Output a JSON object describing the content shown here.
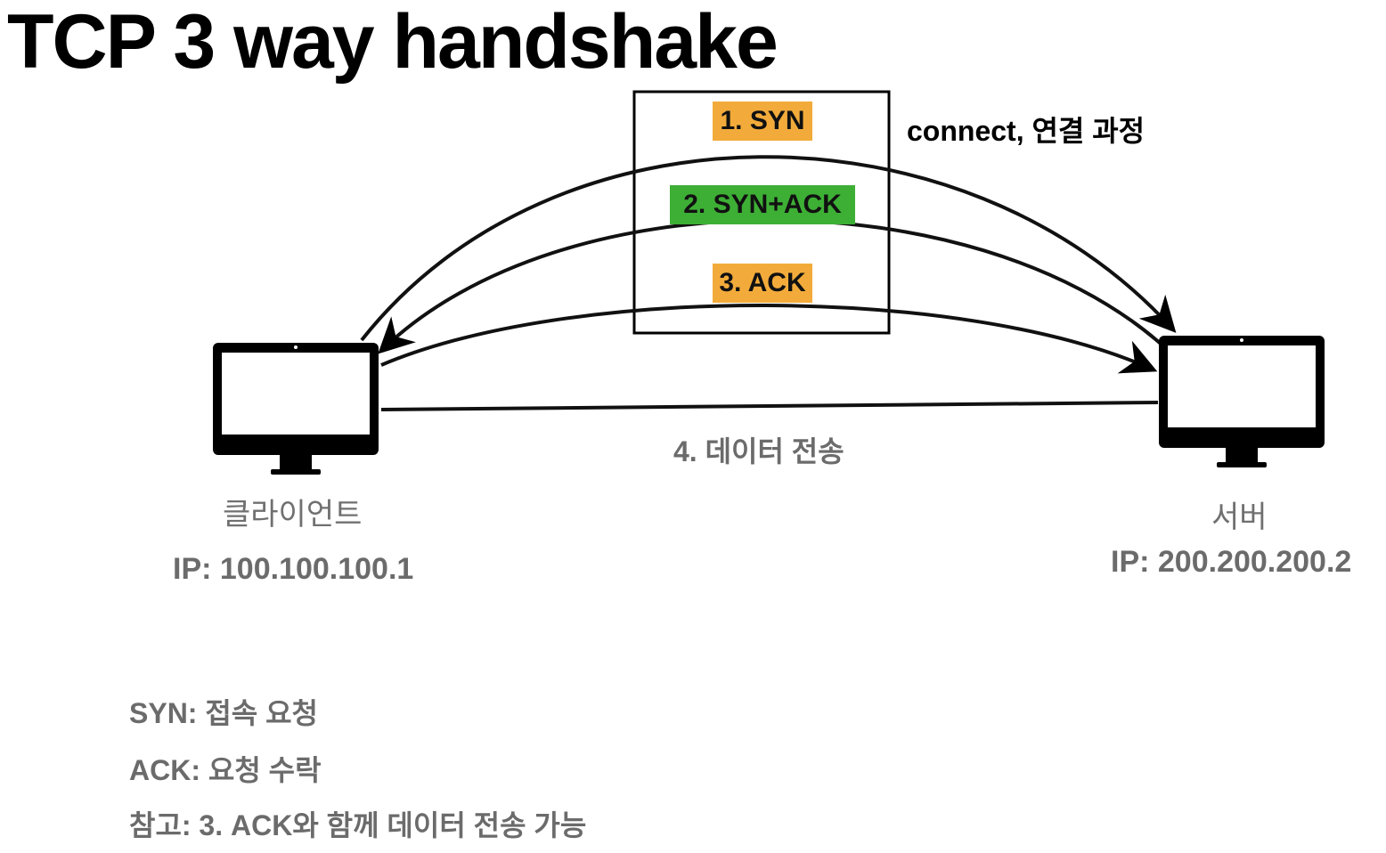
{
  "title": "TCP 3 way handshake",
  "steps": [
    {
      "label": "1. SYN",
      "color": "#f2ab3b"
    },
    {
      "label": "2. SYN+ACK",
      "color": "#3daf35"
    },
    {
      "label": "3. ACK",
      "color": "#f2ab3b"
    }
  ],
  "connect_note": "connect, 연결 과정",
  "data_transfer": "4. 데이터 전송",
  "client": {
    "name": "클라이언트",
    "ip": "IP: 100.100.100.1",
    "icon": "monitor-icon"
  },
  "server": {
    "name": "서버",
    "ip": "IP: 200.200.200.2",
    "icon": "monitor-icon"
  },
  "notes": [
    "SYN: 접속 요청",
    "ACK: 요청 수락",
    "참고: 3. ACK와 함께 데이터 전송 가능"
  ]
}
